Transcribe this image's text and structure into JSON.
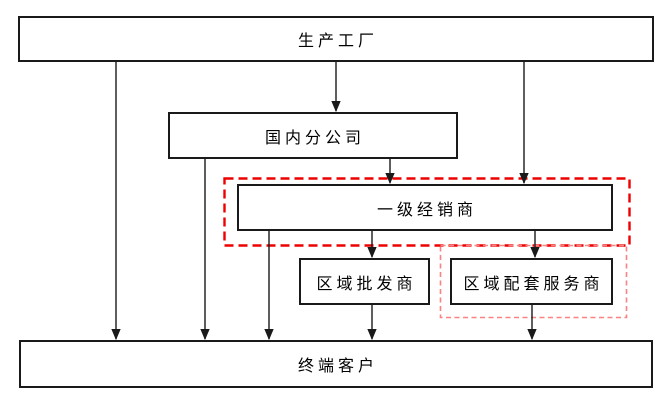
{
  "diagram": {
    "nodes": {
      "factory": {
        "label": "生产工厂"
      },
      "branch": {
        "label": "国内分公司"
      },
      "distributor": {
        "label": "一级经销商"
      },
      "wholesaler": {
        "label": "区域批发商"
      },
      "service_provider": {
        "label": "区域配套服务商"
      },
      "customer": {
        "label": "终端客户"
      }
    },
    "edges": [
      {
        "from": "factory",
        "to": "customer"
      },
      {
        "from": "factory",
        "to": "branch"
      },
      {
        "from": "factory",
        "to": "distributor"
      },
      {
        "from": "branch",
        "to": "customer"
      },
      {
        "from": "branch",
        "to": "distributor"
      },
      {
        "from": "distributor",
        "to": "customer"
      },
      {
        "from": "distributor",
        "to": "wholesaler"
      },
      {
        "from": "distributor",
        "to": "service_provider"
      },
      {
        "from": "wholesaler",
        "to": "customer"
      },
      {
        "from": "service_provider",
        "to": "customer"
      }
    ],
    "highlights": [
      {
        "around": "distributor",
        "style": "dashed",
        "color": "#ee0000"
      },
      {
        "around": "service_provider",
        "style": "dashed",
        "color": "#f98282"
      }
    ],
    "colors": {
      "line": "#1a1a1a",
      "box_border": "#1a1a1a",
      "highlight_primary": "#ee0000",
      "highlight_secondary": "#f98282"
    }
  }
}
